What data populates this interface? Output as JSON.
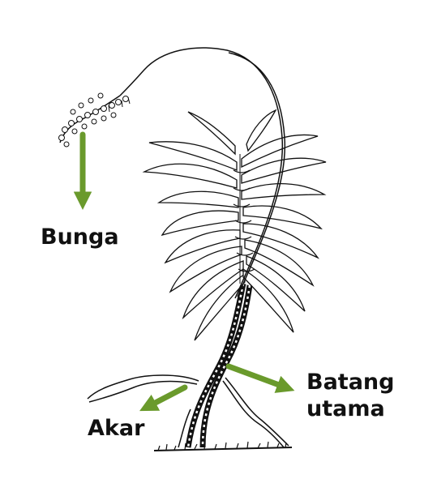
{
  "labels": {
    "bunga": "Bunga",
    "akar": "Akar",
    "batang_line1": "Batang",
    "batang_line2": "utama"
  },
  "colors": {
    "arrow": "#6a9a2c",
    "ink": "#111111",
    "background": "#ffffff"
  }
}
